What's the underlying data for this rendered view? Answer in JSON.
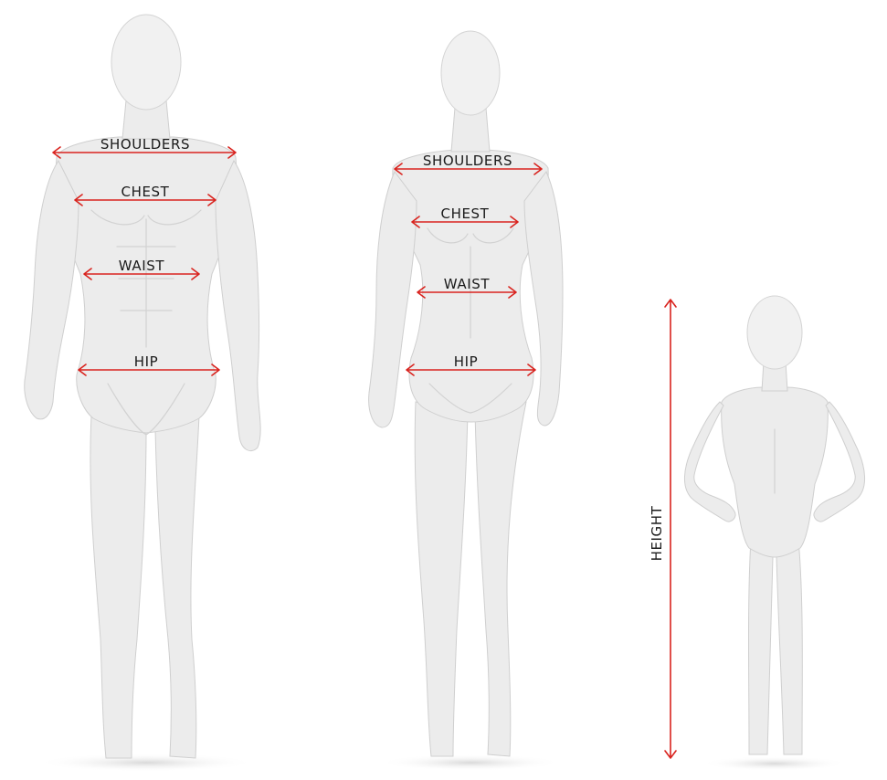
{
  "male": {
    "shoulders_label": "SHOULDERS",
    "chest_label": "CHEST",
    "waist_label": "WAIST",
    "hip_label": "HIP"
  },
  "female": {
    "shoulders_label": "SHOULDERS",
    "chest_label": "CHEST",
    "waist_label": "WAIST",
    "hip_label": "HIP"
  },
  "child": {
    "height_label": "HEIGHT"
  },
  "colors": {
    "arrow": "#d9231e",
    "label": "#1a1a1a",
    "mannequin": "#ececec",
    "background": "#ffffff"
  }
}
